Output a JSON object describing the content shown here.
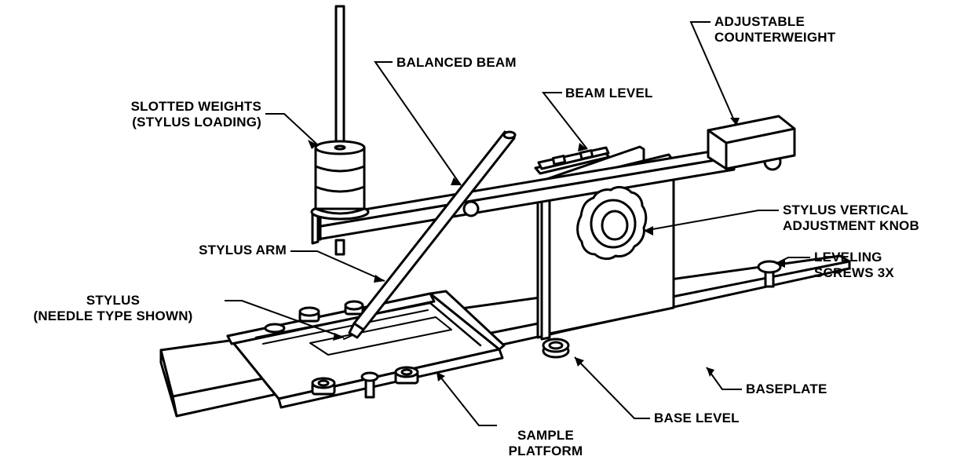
{
  "colors": {
    "ink": "#000000",
    "paper": "#ffffff",
    "shade": "#e6e6e6"
  },
  "labels": {
    "slotted_weights": [
      "SLOTTED WEIGHTS",
      "(STYLUS LOADING)"
    ],
    "balanced_beam": [
      "BALANCED BEAM"
    ],
    "beam_level": [
      "BEAM LEVEL"
    ],
    "adjustable_counterweight": [
      "ADJUSTABLE",
      "COUNTERWEIGHT"
    ],
    "stylus_vertical_adjustment_knob": [
      "STYLUS VERTICAL",
      "ADJUSTMENT KNOB"
    ],
    "stylus_arm": [
      "STYLUS ARM"
    ],
    "leveling_screws": [
      "LEVELING",
      "SCREWS 3X"
    ],
    "stylus": [
      "STYLUS",
      "(NEEDLE TYPE SHOWN)"
    ],
    "baseplate": [
      "BASEPLATE"
    ],
    "base_level": [
      "BASE LEVEL"
    ],
    "sample_platform": [
      "SAMPLE",
      "PLATFORM"
    ]
  }
}
